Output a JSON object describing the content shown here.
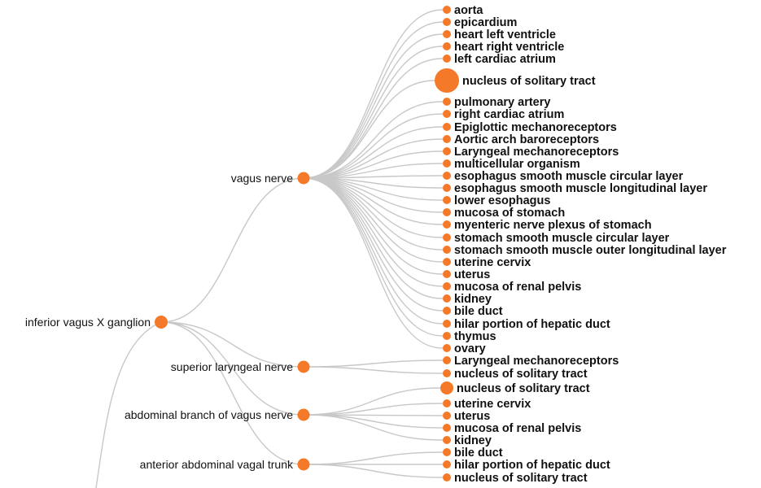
{
  "colors": {
    "node": "#f47a2a",
    "link": "#c8c8c8",
    "text": "#111111"
  },
  "root": {
    "label": "inferior vagus X ganglion"
  },
  "branches": [
    {
      "label": "vagus nerve",
      "children": [
        "aorta",
        "epicardium",
        "heart left ventricle",
        "heart right ventricle",
        "left cardiac atrium",
        "nucleus of solitary tract",
        "pulmonary artery",
        "right cardiac atrium",
        "Epiglottic mechanoreceptors",
        "Aortic arch baroreceptors",
        "Laryngeal mechanoreceptors",
        "multicellular organism",
        "esophagus smooth muscle circular layer",
        "esophagus smooth muscle longitudinal layer",
        "lower esophagus",
        "mucosa of stomach",
        "myenteric nerve plexus of stomach",
        "stomach smooth muscle circular layer",
        "stomach smooth muscle outer longitudinal layer",
        "uterine cervix",
        "uterus",
        "mucosa of renal pelvis",
        "kidney",
        "bile duct",
        "hilar portion of hepatic duct",
        "thymus",
        "ovary"
      ]
    },
    {
      "label": "superior laryngeal nerve",
      "children": [
        "Laryngeal mechanoreceptors",
        "nucleus of solitary tract"
      ]
    },
    {
      "label": "abdominal branch of vagus nerve",
      "children": [
        "nucleus of solitary tract",
        "uterine cervix",
        "uterus",
        "mucosa of renal pelvis",
        "kidney"
      ]
    },
    {
      "label": "anterior abdominal vagal trunk",
      "children": [
        "bile duct",
        "hilar portion of hepatic duct",
        "nucleus of solitary tract"
      ]
    }
  ]
}
